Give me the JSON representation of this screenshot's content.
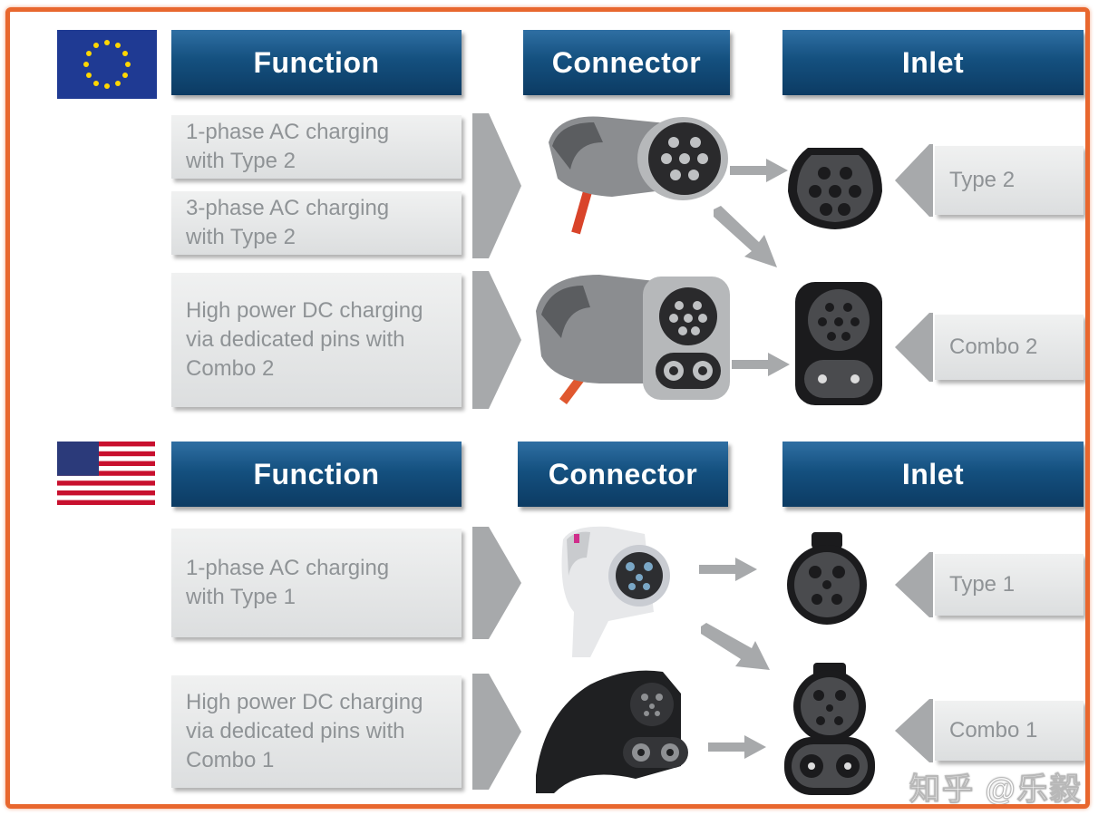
{
  "eu": {
    "headers": {
      "function": "Function",
      "connector": "Connector",
      "inlet": "Inlet"
    },
    "functions": [
      "1-phase AC charging\nwith Type 2",
      "3-phase AC charging\nwith Type 2",
      "High power DC charging\nvia dedicated pins with\nCombo 2"
    ],
    "inlets": [
      "Type 2",
      "Combo 2"
    ]
  },
  "us": {
    "headers": {
      "function": "Function",
      "connector": "Connector",
      "inlet": "Inlet"
    },
    "functions": [
      "1-phase AC charging\nwith Type 1",
      "High power DC charging\nvia dedicated pins with\nCombo 1"
    ],
    "inlets": [
      "Type 1",
      "Combo 1"
    ]
  },
  "watermark": "知乎 @乐毅",
  "colors": {
    "border": "#e8672e",
    "header": "#14507f",
    "box": "#e3e4e5",
    "text": "#8f9396"
  },
  "icons": [
    "eu-flag-icon",
    "us-flag-icon",
    "type2-plug-icon",
    "combo2-plug-icon",
    "type1-plug-icon",
    "combo1-plug-icon",
    "type2-inlet-icon",
    "combo2-inlet-icon",
    "type1-inlet-icon",
    "combo1-inlet-icon",
    "arrow-icon",
    "chevron-icon"
  ]
}
